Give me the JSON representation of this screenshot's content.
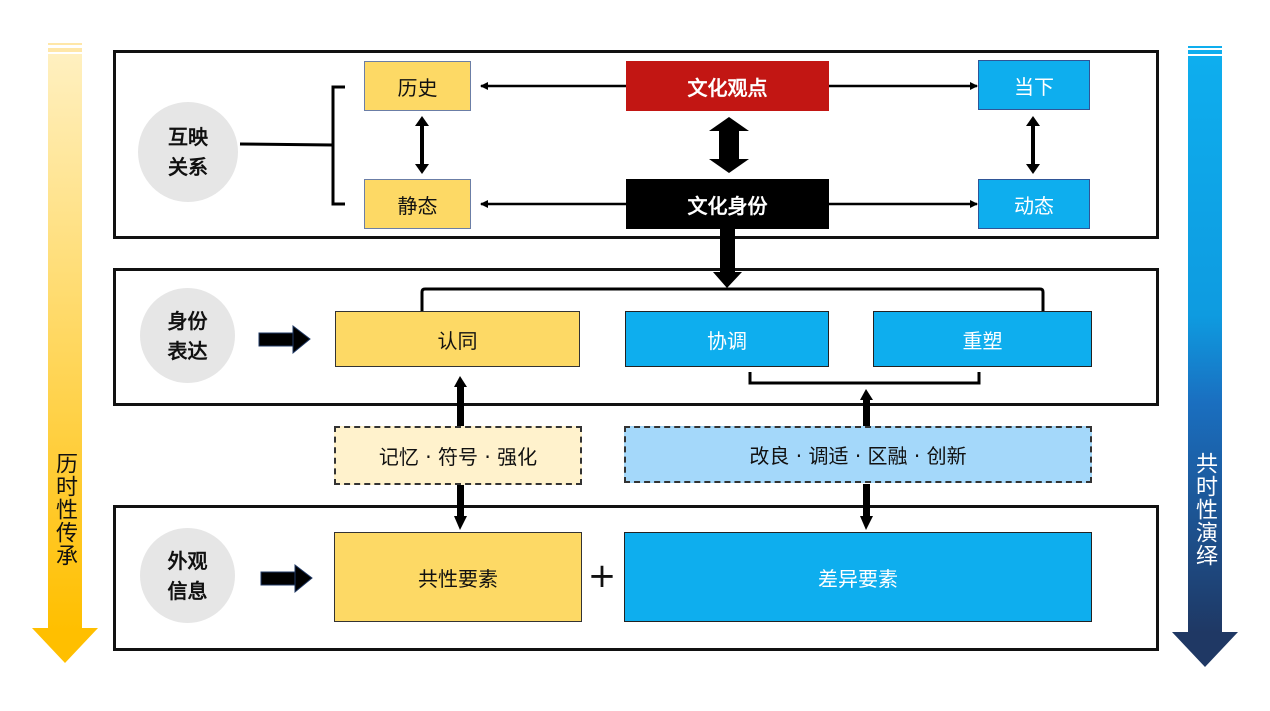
{
  "side_arrows": {
    "left": {
      "label": "历时性传承",
      "color_top": "#fff0c0",
      "color_bottom": "#ffc000"
    },
    "right": {
      "label": "共时性演绎",
      "color_top": "#0eaeee",
      "color_bottom": "#1f3864"
    }
  },
  "top_panel": {
    "circle_label_line1": "互映",
    "circle_label_line2": "关系",
    "history": "历史",
    "static": "静态",
    "cultural_view": "文化观点",
    "cultural_identity": "文化身份",
    "present": "当下",
    "dynamic": "动态"
  },
  "middle_panel": {
    "circle_label_line1": "身份",
    "circle_label_line2": "表达",
    "recognition": "认同",
    "coordination": "协调",
    "reshaping": "重塑"
  },
  "mediators": {
    "left": "记忆 · 符号 · 强化",
    "right": "改良 · 调适 · 区融 · 创新"
  },
  "bottom_panel": {
    "circle_label_line1": "外观",
    "circle_label_line2": "信息",
    "common_elements": "共性要素",
    "plus": "+",
    "difference_elements": "差异要素"
  },
  "colors": {
    "yellow": "#fdd965",
    "blue": "#0eaeee",
    "red": "#c21613",
    "black": "#000000",
    "light_yellow": "#fff2cc",
    "light_blue": "#a4d8fa"
  }
}
